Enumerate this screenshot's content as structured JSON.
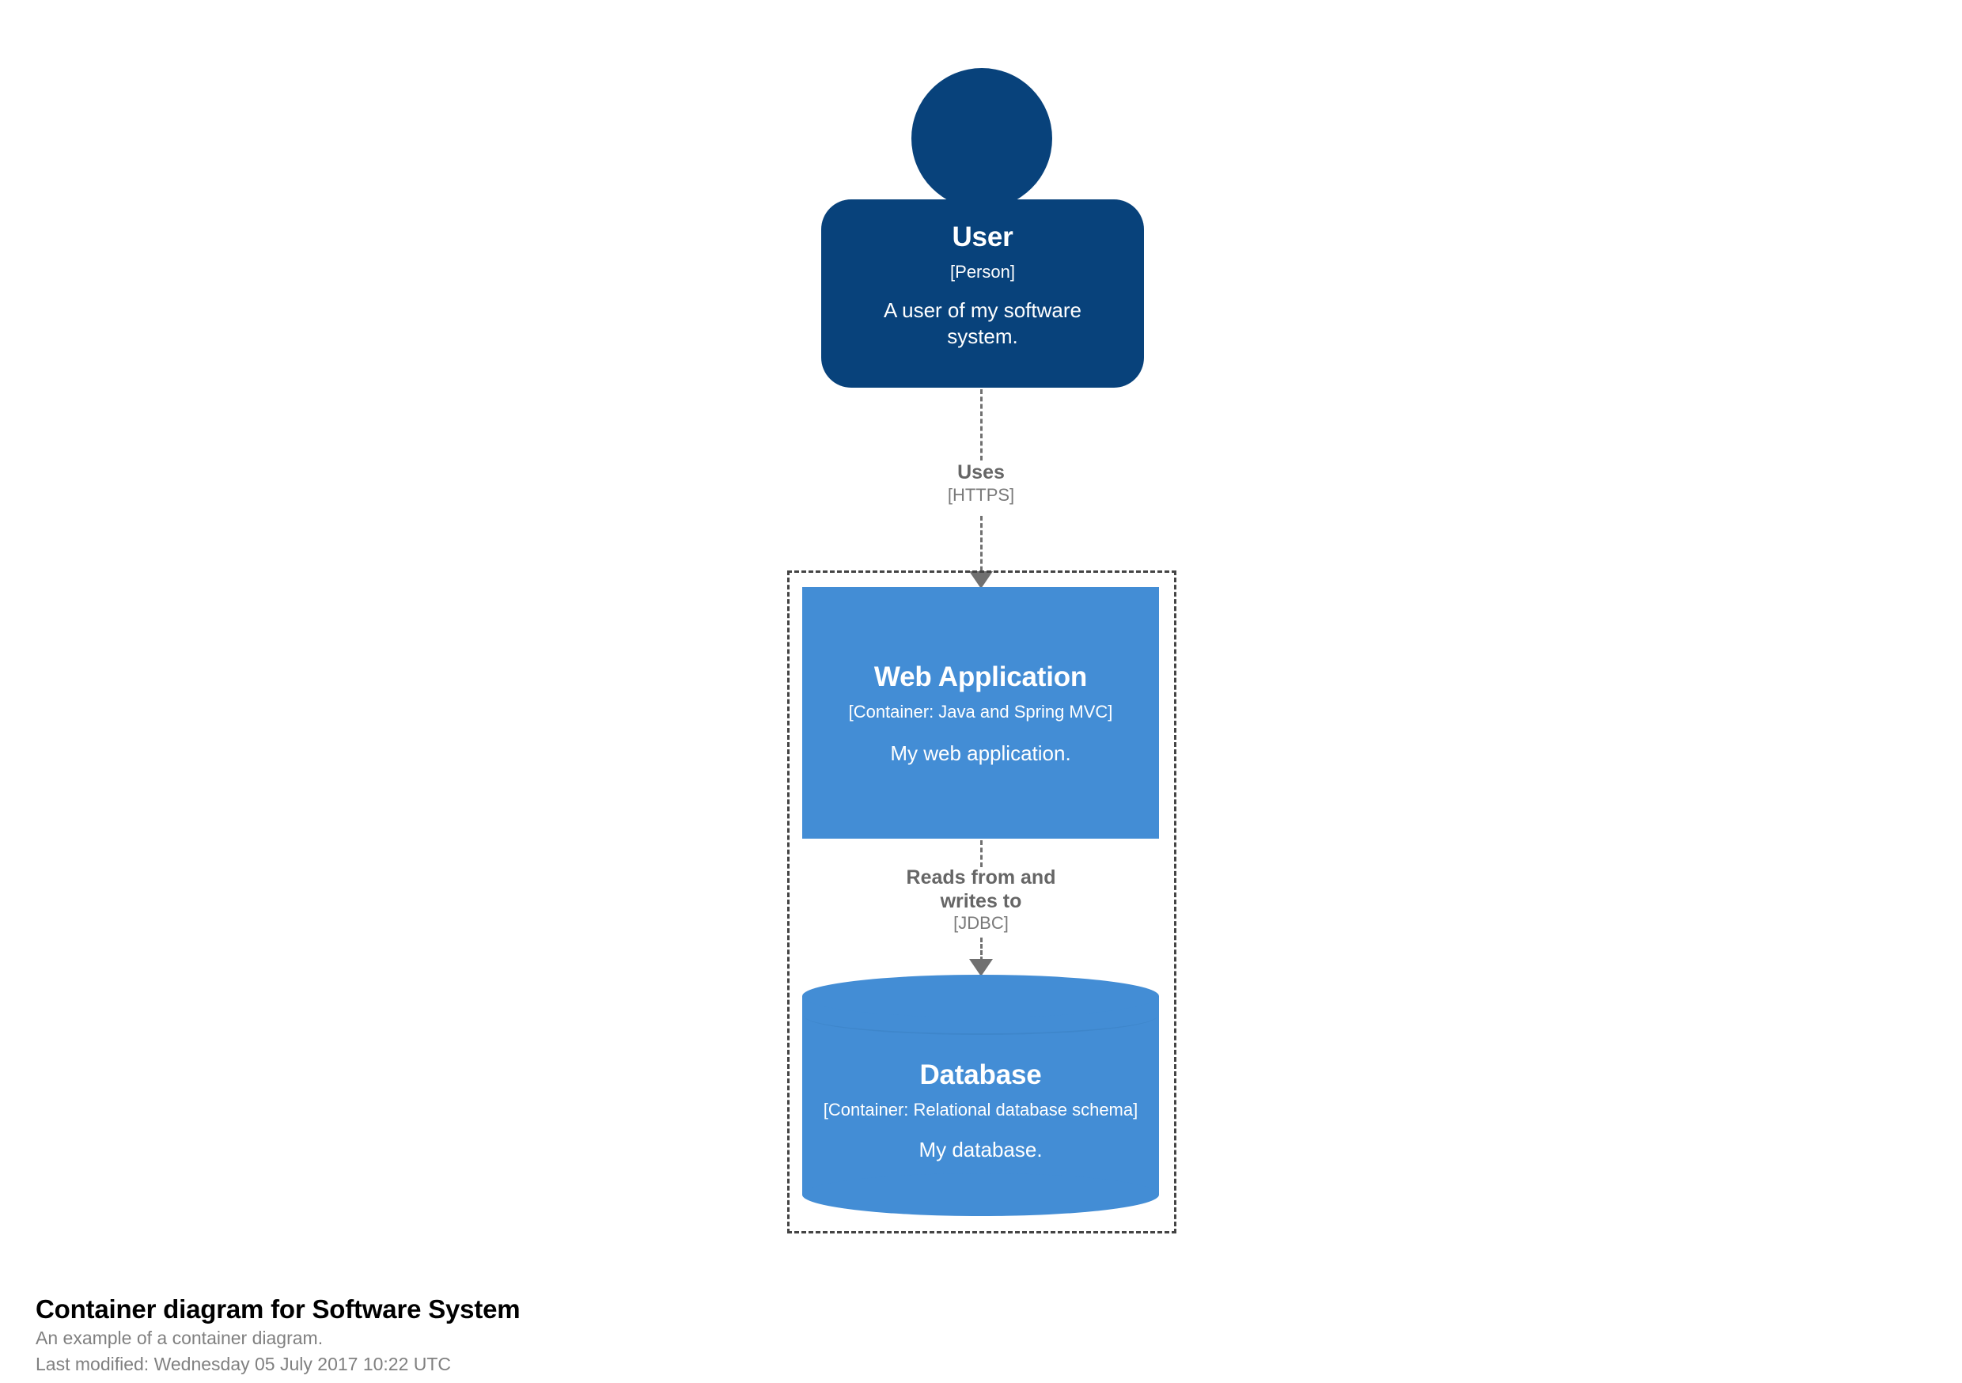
{
  "diagram": {
    "kind": "C4 container diagram",
    "person": {
      "name": "User",
      "tech": "[Person]",
      "description": "A user of my software system."
    },
    "boundary": {
      "label": ""
    },
    "containers": [
      {
        "id": "web-application",
        "name": "Web Application",
        "tech": "[Container: Java and Spring MVC]",
        "description": "My web application.",
        "shape": "box"
      },
      {
        "id": "database",
        "name": "Database",
        "tech": "[Container: Relational database schema]",
        "description": "My database.",
        "shape": "cylinder"
      }
    ],
    "relationships": [
      {
        "id": "user-uses-webapp",
        "from": "User",
        "to": "Web Application",
        "description": "Uses",
        "technology": "[HTTPS]"
      },
      {
        "id": "webapp-reads-writes-database",
        "from": "Web Application",
        "to": "Database",
        "description_line1": "Reads from and",
        "description_line2": "writes to",
        "technology": "[JDBC]"
      }
    ]
  },
  "caption": {
    "title": "Container diagram for Software System",
    "subtitle": "An example of a container diagram.",
    "last_modified": "Last modified: Wednesday 05 July 2017 10:22 UTC"
  },
  "colors": {
    "person": "#08427B",
    "container": "#438DD5",
    "boundary_stroke": "#444444",
    "relationship": "#707070",
    "shape_text": "#FFFFFF",
    "caption_title": "#000000",
    "caption_subtitle": "#808080",
    "background": "#FFFFFF"
  }
}
